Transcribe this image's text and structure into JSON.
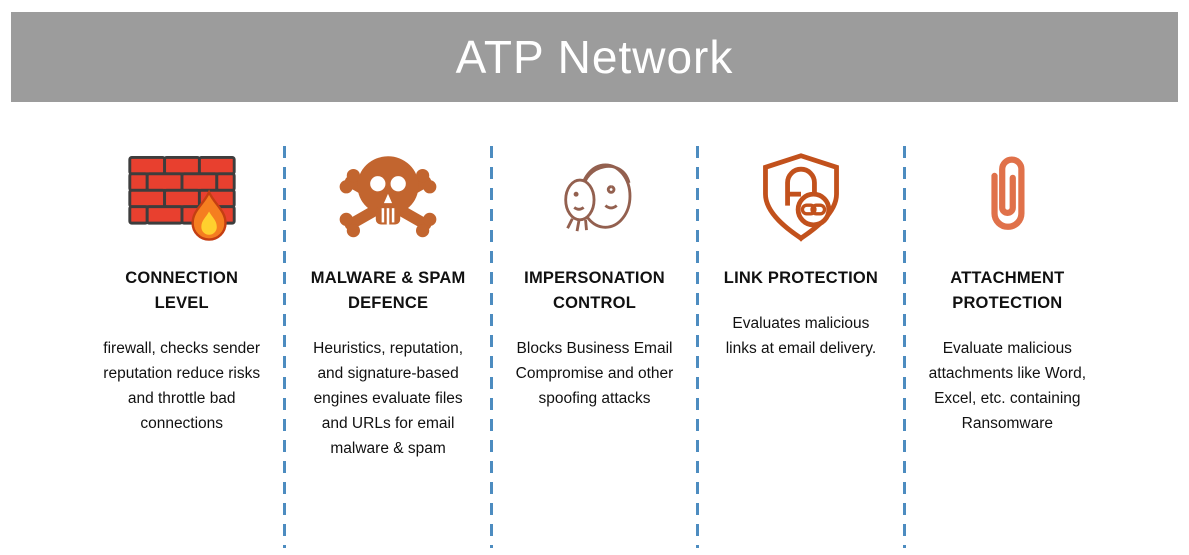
{
  "header": {
    "title": "ATP Network"
  },
  "columns": [
    {
      "icon": "firewall-icon",
      "title": "CONNECTION LEVEL",
      "body": "firewall, checks sender reputation reduce risks and throttle bad connections"
    },
    {
      "icon": "skull-crossbones-icon",
      "title": "MALWARE & SPAM DEFENCE",
      "body": "Heuristics, reputation, and signature-based engines evaluate files and URLs for email malware & spam"
    },
    {
      "icon": "impersonation-mask-icon",
      "title": "IMPERSONATION CONTROL",
      "body": "Blocks Business Email Compromise and other spoofing attacks"
    },
    {
      "icon": "shield-link-icon",
      "title": "LINK PROTECTION",
      "body": "Evaluates malicious links at email delivery."
    },
    {
      "icon": "paperclip-icon",
      "title": "ATTACHMENT PROTECTION",
      "body": "Evaluate malicious attachments like Word, Excel, etc. containing Ransomware"
    }
  ],
  "colors": {
    "header_bg": "#9c9c9c",
    "header_text": "#ffffff",
    "divider": "#4d8cc0",
    "title_text": "#111111",
    "body_text": "#111111",
    "brick_red": "#e8402f",
    "outline_dark": "#3d3d3d",
    "flame_orange": "#f57e20",
    "flame_yellow": "#ffd02e",
    "skull_orange": "#c2652f",
    "mask_brown": "#93604f",
    "shield_orange": "#c2511c",
    "clip_orange": "#e0714a"
  }
}
